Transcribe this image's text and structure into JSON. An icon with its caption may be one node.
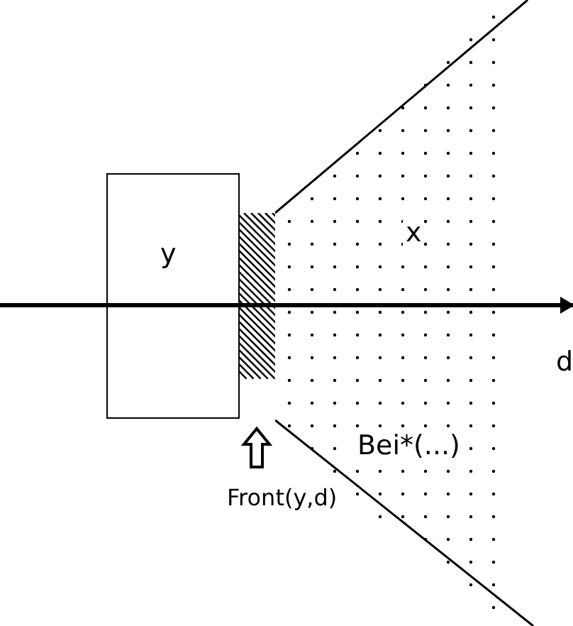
{
  "diagram": {
    "nodes": [
      {
        "text": [
          "y"
        ]
      },
      {
        "text": [],
        "shape": "bar"
      },
      {
        "text": [
          "x",
          "Bei*(...)"
        ]
      },
      {
        "text": [
          "Front(y,d)"
        ]
      }
    ],
    "edges": [
      {
        "from": 3,
        "to": 1,
        "arrow": "to"
      }
    ],
    "labels": [
      "d"
    ]
  }
}
